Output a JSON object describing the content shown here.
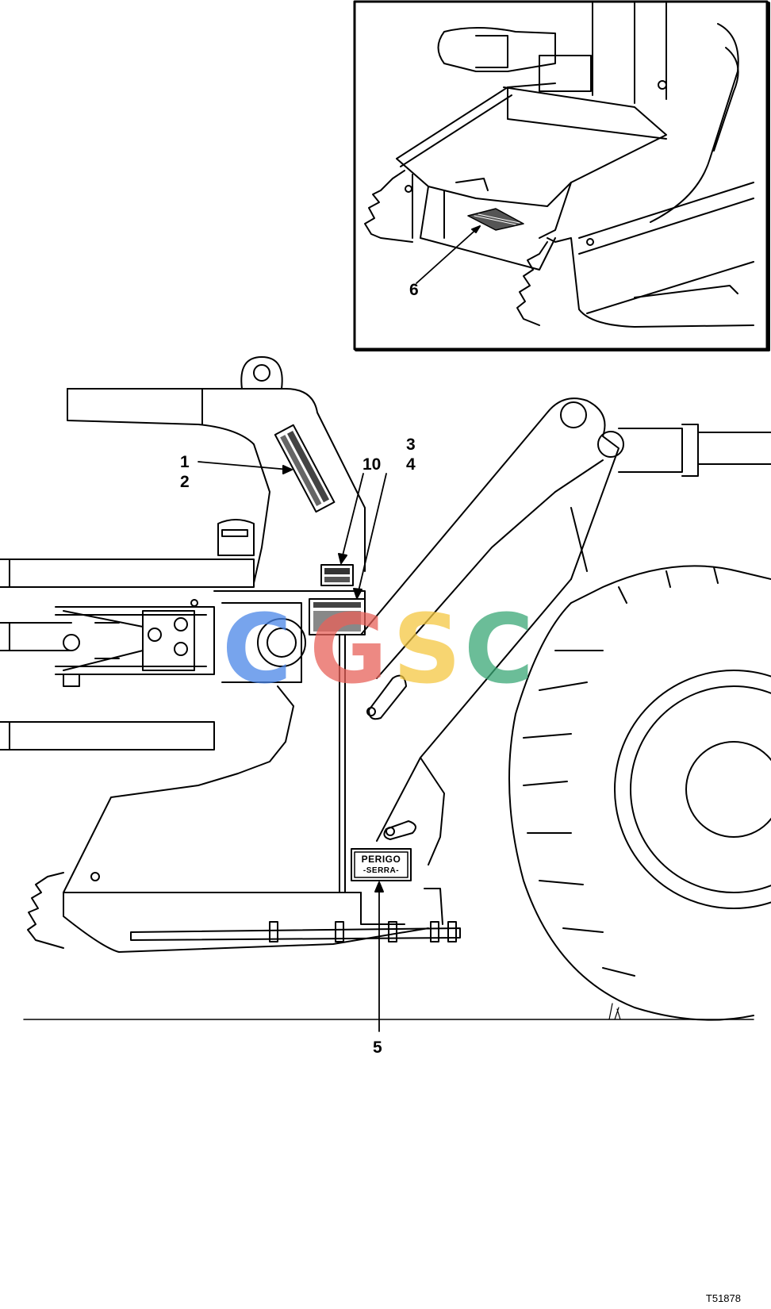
{
  "callouts": {
    "c1": "1",
    "c2": "2",
    "c3": "3",
    "c4": "4",
    "c5": "5",
    "c6": "6",
    "c10": "10"
  },
  "decal_perigo": {
    "line1": "PERIGO",
    "line2": "-SERRA-"
  },
  "figure_id": "T51878",
  "watermark": {
    "letters": [
      "C",
      "G",
      "S",
      "C"
    ],
    "colors": [
      "#4a86e8",
      "#e8625a",
      "#f5c842",
      "#3aa876"
    ]
  },
  "colors": {
    "line": "#000000",
    "background": "#ffffff",
    "decal_fill": "#555555"
  }
}
